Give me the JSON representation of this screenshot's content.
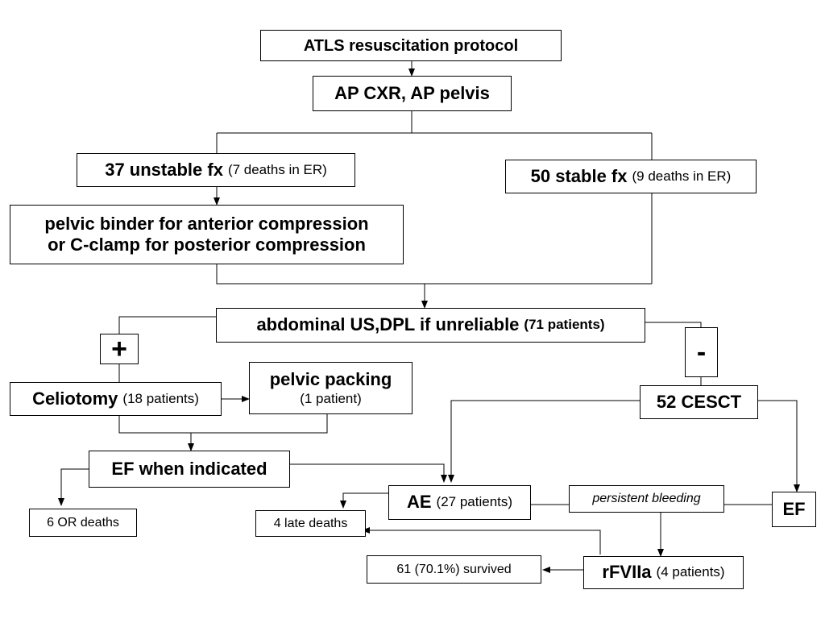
{
  "nodes": {
    "atls": {
      "label": "ATLS resuscitation protocol"
    },
    "imaging": {
      "label": "AP CXR, AP pelvis"
    },
    "unstable": {
      "label": "37 unstable fx",
      "detail": "(7 deaths in ER)"
    },
    "stable": {
      "label": "50 stable fx",
      "detail": "(9 deaths in ER)"
    },
    "binder": {
      "line1": "pelvic binder for anterior compression",
      "line2": "or C-clamp for posterior compression"
    },
    "us": {
      "label": "abdominal US,DPL if unreliable",
      "detail": "(71 patients)"
    },
    "plus": {
      "label": "+"
    },
    "minus": {
      "label": "-"
    },
    "celiotomy": {
      "label": "Celiotomy",
      "detail": "(18 patients)"
    },
    "packing": {
      "label": "pelvic packing",
      "detail": "(1 patient)"
    },
    "cesct": {
      "label": "52 CESCT"
    },
    "ef_indicated": {
      "label": "EF when indicated"
    },
    "or_deaths": {
      "label": "6 OR deaths"
    },
    "ae": {
      "label": "AE",
      "detail": "(27 patients)"
    },
    "persistent": {
      "label": "persistent bleeding"
    },
    "ef": {
      "label": "EF"
    },
    "late_deaths": {
      "label": "4 late deaths"
    },
    "rfviia": {
      "label": "rFVIIa",
      "detail": "(4 patients)"
    },
    "survived": {
      "label": "61 (70.1%) survived"
    }
  },
  "style": {
    "line_color": "#000000",
    "box_border": "#000000",
    "background": "#ffffff"
  }
}
